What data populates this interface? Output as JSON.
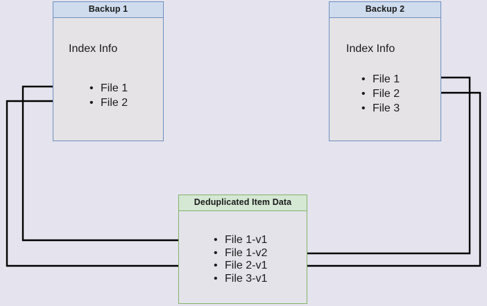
{
  "diagram": {
    "title_hidden": "Backup deduplication index diagram",
    "background_color": "#e4e3ee",
    "box_fill_color": "#e5e3e6",
    "blue_border_color": "#6c8ebf",
    "blue_header_color": "#cfdcee",
    "green_border_color": "#82b366",
    "green_header_color": "#d5e8d4",
    "connector_color": "#000000"
  },
  "backup1": {
    "title": "Backup 1",
    "index_label": "Index Info",
    "files": [
      "File 1",
      "File 2"
    ]
  },
  "backup2": {
    "title": "Backup 2",
    "index_label": "Index Info",
    "files": [
      "File 1",
      "File 2",
      "File 3"
    ]
  },
  "dedup": {
    "title": "Deduplicated Item Data",
    "items": [
      "File 1-v1",
      "File 1-v2",
      "File 2-v1",
      "File 3-v1"
    ]
  },
  "connectors": [
    {
      "name": "backup1-file1-to-dedup-file1v1",
      "from": "Backup 1 / File 1",
      "to": "Deduplicated Item Data / File 1-v1"
    },
    {
      "name": "backup1-file2-to-dedup-file2v1",
      "from": "Backup 1 / File 2",
      "to": "Deduplicated Item Data / File 2-v1"
    },
    {
      "name": "backup2-file1-to-dedup-file1v2",
      "from": "Backup 2 / File 1",
      "to": "Deduplicated Item Data / File 1-v2"
    },
    {
      "name": "backup2-file2-to-dedup-file2v1",
      "from": "Backup 2 / File 2",
      "to": "Deduplicated Item Data / File 2-v1"
    }
  ]
}
